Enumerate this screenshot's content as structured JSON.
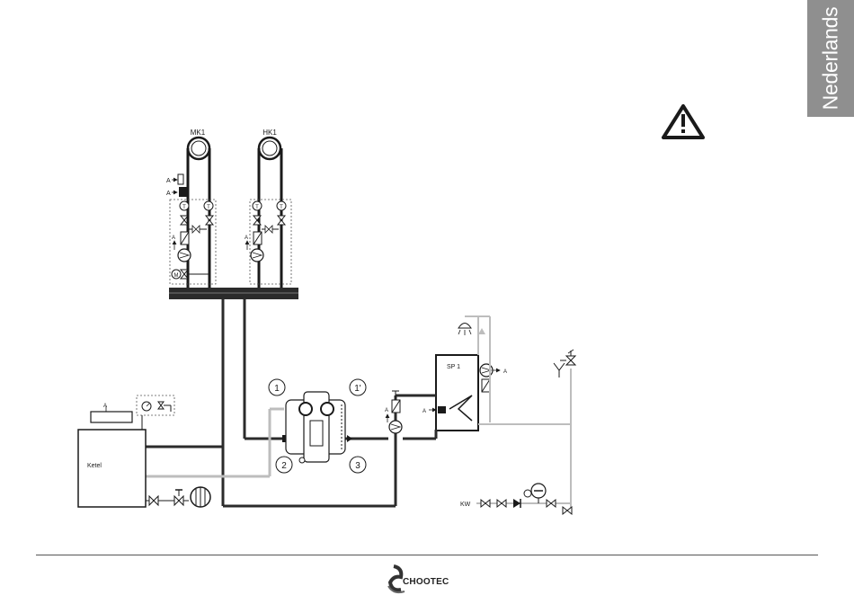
{
  "language_tab": "Nederlands",
  "labels": {
    "mk1": "MK1",
    "hk1": "HK1",
    "sp1": "SP 1",
    "ketel": "Ketel",
    "kw": "KW",
    "a": "A",
    "t": "T",
    "m": "M"
  },
  "circled_numbers": {
    "n1": "1",
    "n1p": "1'",
    "n2": "2",
    "n3": "3"
  },
  "footer": {
    "logo_text": "CHOOTEC"
  },
  "colors": {
    "pipe_dark": "#2b2b2b",
    "pipe_light": "#bdbdbd",
    "tab_gray": "#8f8f8f"
  }
}
